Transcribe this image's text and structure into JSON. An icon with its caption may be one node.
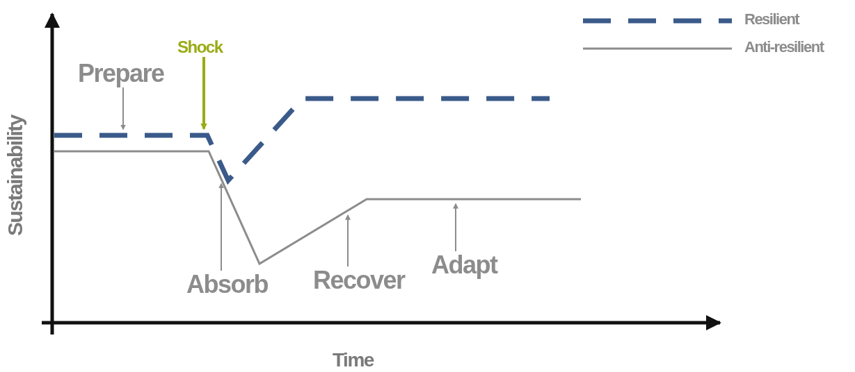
{
  "diagram": {
    "nodes": [
      {
        "text": [
          "Prepare"
        ]
      },
      {
        "text": [
          "Shock"
        ]
      },
      {
        "text": [
          "Absorb"
        ]
      },
      {
        "text": [
          "Recover"
        ]
      },
      {
        "text": [
          "Adapt"
        ]
      },
      {
        "text": [],
        "shape": "line"
      },
      {
        "text": [],
        "shape": "line"
      }
    ],
    "edges": [
      {
        "from": 0,
        "to": 5,
        "arrow": "to"
      },
      {
        "from": 1,
        "to": 5,
        "arrow": "to",
        "color": "#9aab14",
        "style": "thick"
      },
      {
        "from": 2,
        "to": 6,
        "arrow": "to"
      },
      {
        "from": 3,
        "to": 6,
        "arrow": "to"
      },
      {
        "from": 4,
        "to": 6,
        "arrow": "to"
      }
    ],
    "labels": [
      "Sustainability",
      "Time"
    ],
    "legend": [
      {
        "text": "Resilient"
      },
      {
        "text": "Anti-resilient"
      }
    ]
  }
}
